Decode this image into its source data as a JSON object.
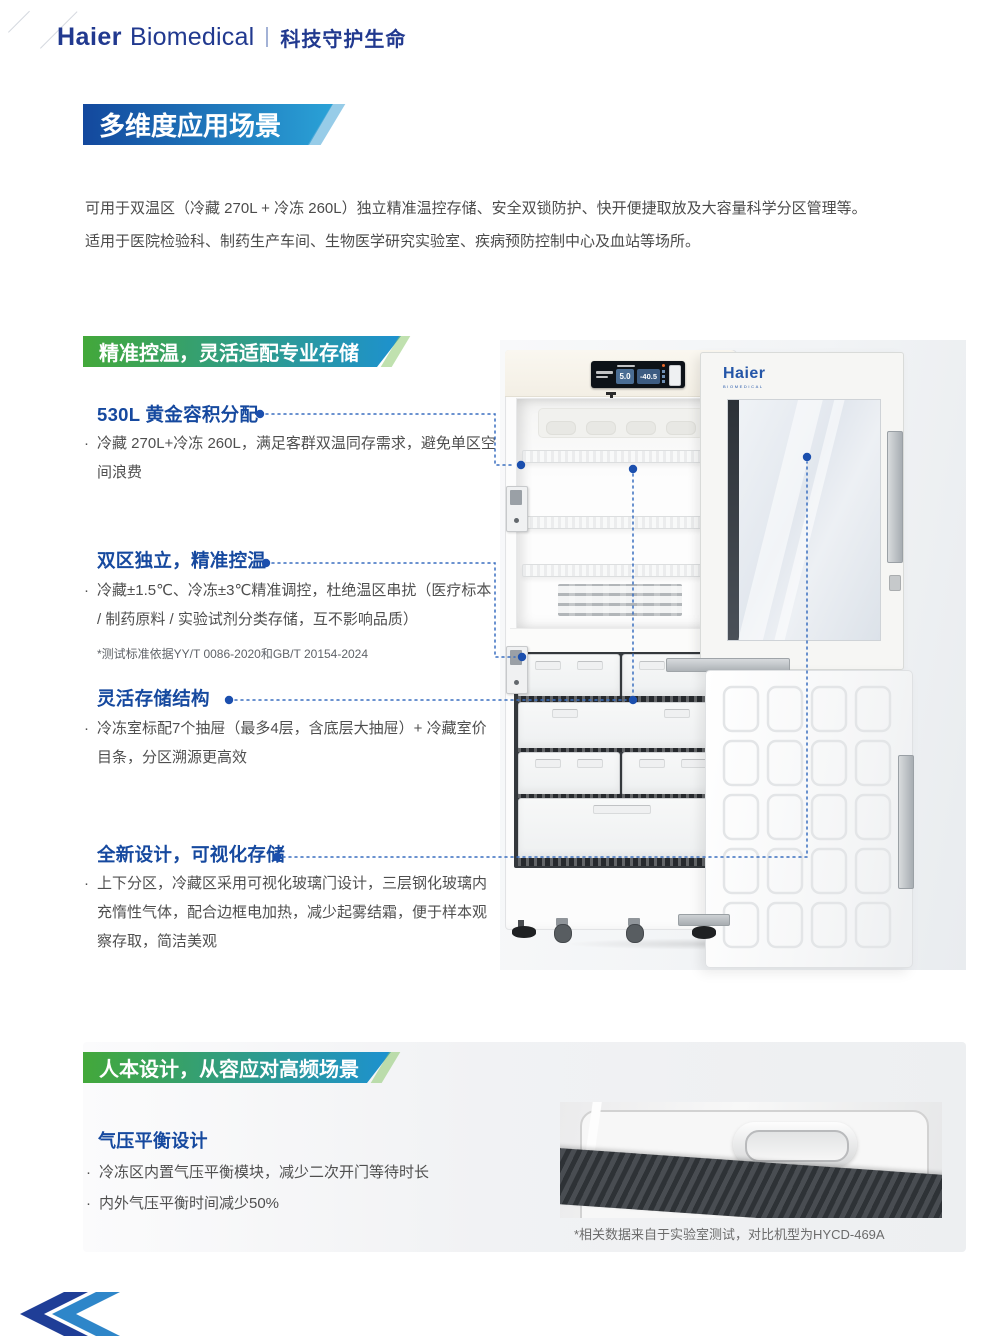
{
  "header": {
    "logo_haier": "Haier",
    "logo_biomedical": "Biomedical",
    "slogan": "科技守护生命"
  },
  "title_badge": "多维度应用场景",
  "intro": {
    "line1": "可用于双温区（冷藏 270L + 冷冻 260L）独立精准温控存储、安全双锁防护、快开便捷取放及大容量科学分区管理等。",
    "line2": "适用于医院检验科、制药生产车间、生物医学研究实验室、疾病预防控制中心及血站等场所。"
  },
  "storage_section": {
    "badge": "精准控温，灵活适配专业存储",
    "features": [
      {
        "title": "530L 黄金容积分配",
        "bullets": [
          "冷藏 270L+冷冻 260L，满足客群双温同存需求，避免单区空间浪费"
        ]
      },
      {
        "title": "双区独立，精准控温",
        "bullets": [
          "冷藏±1.5℃、冷冻±3℃精准调控，杜绝温区串扰（医疗标本 / 制药原料 / 实验试剂分类存储，互不影响品质）"
        ],
        "footnote": "*测试标准依据YY/T 0086-2020和GB/T 20154-2024"
      },
      {
        "title": "灵活存储结构",
        "bullets": [
          "冷冻室标配7个抽屉（最多4层，含底层大抽屉）+ 冷藏室价目条，分区溯源更高效"
        ]
      },
      {
        "title": "全新设计，可视化存储",
        "bullets": [
          "上下分区，冷藏区采用可视化玻璃门设计，三层钢化玻璃内充惰性气体，配合边框电加热，减少起雾结霜，便于样本观察存取，简洁美观"
        ]
      }
    ]
  },
  "product": {
    "display_fridge_temp": "5.0",
    "display_freezer_temp": "-40.5",
    "door_logo": "Haier",
    "door_logo_sub": "BIOMEDICAL"
  },
  "design_section": {
    "badge": "人本设计，从容应对高频场景",
    "feature_title": "气压平衡设计",
    "bullets": [
      "冷冻区内置气压平衡模块，减少二次开门等待时长",
      "内外气压平衡时间减少50%"
    ],
    "photo_caption": "*相关数据来自于实验室测试，对比机型为HYCD-469A"
  },
  "ui": {
    "bullet_marker": "·"
  },
  "colors": {
    "brand_blue": "#21398f",
    "heading_blue": "#16499f",
    "badge_blue_start": "#13489d",
    "badge_blue_end": "#2aa2d7",
    "badge_green_start": "#43a83a",
    "badge_green_end": "#1d91d0",
    "leader_blue": "#3a6fc0",
    "text_gray": "#4f4f4f"
  }
}
